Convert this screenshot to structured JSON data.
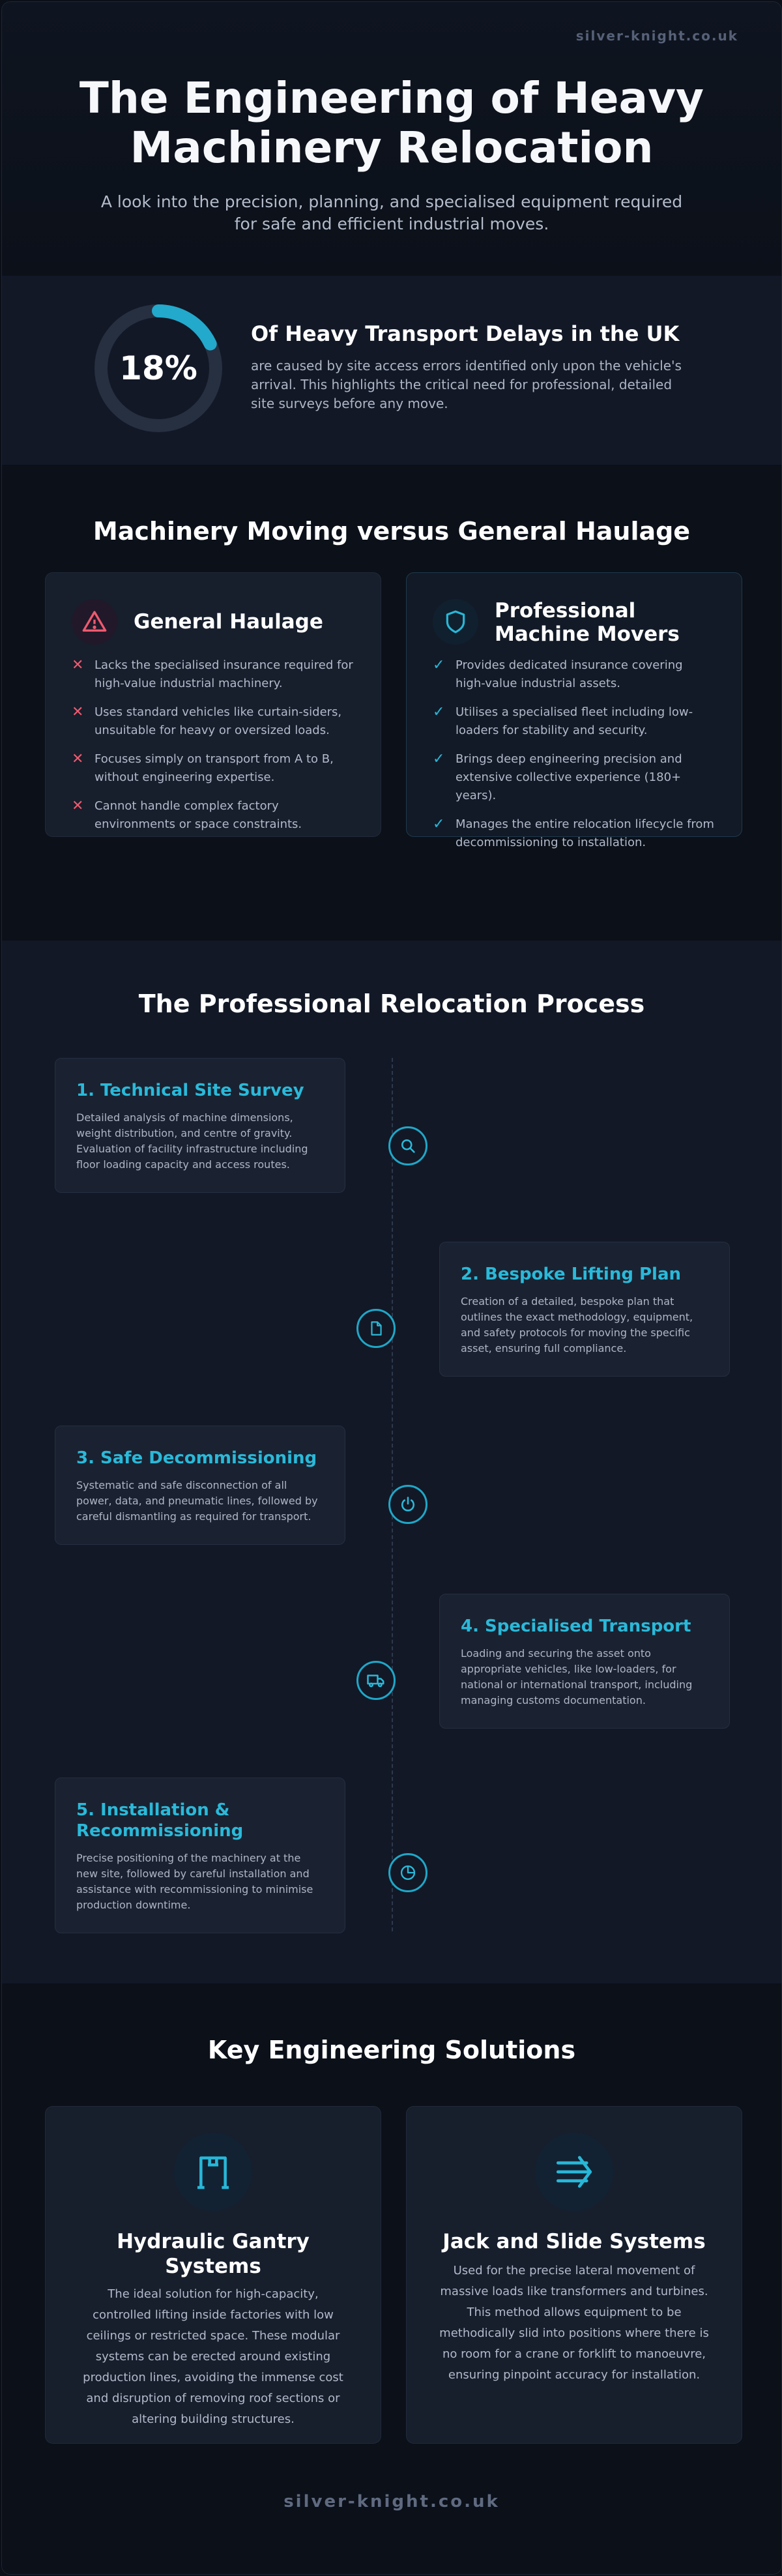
{
  "site": "silver-knight.co.uk",
  "header": {
    "title_line1": "The Engineering of Heavy",
    "title_line2": "Machinery Relocation",
    "subtitle": "A look into the precision, planning, and specialised equipment required for safe and efficient industrial moves."
  },
  "stat": {
    "value": "18%",
    "progress": 0.18,
    "title": "Of Heavy Transport Delays in the UK",
    "description": "are caused by site access errors identified only upon the vehicle's arrival. This highlights the critical need for professional, detailed site surveys before any move.",
    "accent": "#22a9cc",
    "track": "#263041"
  },
  "comparison": {
    "title": "Machinery Moving versus General Haulage",
    "general": {
      "title": "General Haulage",
      "icon": "warning-icon",
      "items": [
        "Lacks the specialised insurance required for high-value industrial machinery.",
        "Uses standard vehicles like curtain-siders, unsuitable for heavy or oversized loads.",
        "Focuses simply on transport from A to B, without engineering expertise.",
        "Cannot handle complex factory environments or space constraints."
      ]
    },
    "professional": {
      "title_line1": "Professional",
      "title_line2": "Machine Movers",
      "icon": "shield-icon",
      "items": [
        "Provides dedicated insurance covering high-value industrial assets.",
        "Utilises a specialised fleet including low-loaders for stability and security.",
        "Brings deep engineering precision and extensive collective experience (180+ years).",
        "Manages the entire relocation lifecycle from decommissioning to installation."
      ]
    }
  },
  "process": {
    "title": "The Professional Relocation Process",
    "steps": [
      {
        "title": "1. Technical Site Survey",
        "icon": "search-icon",
        "description": "Detailed analysis of machine dimensions, weight distribution, and centre of gravity. Evaluation of facility infrastructure including floor loading capacity and access routes."
      },
      {
        "title": "2. Bespoke Lifting Plan",
        "icon": "document-icon",
        "description": "Creation of a detailed, bespoke plan that outlines the exact methodology, equipment, and safety protocols for moving the specific asset, ensuring full compliance."
      },
      {
        "title": "3. Safe Decommissioning",
        "icon": "power-icon",
        "description": "Systematic and safe disconnection of all power, data, and pneumatic lines, followed by careful dismantling as required for transport."
      },
      {
        "title": "4. Specialised Transport",
        "icon": "truck-icon",
        "description": "Loading and securing the asset onto appropriate vehicles, like low-loaders, for national or international transport, including managing customs documentation."
      },
      {
        "title_line1": "5. Installation &",
        "title_line2": "Recommissioning",
        "icon": "pie-chart-icon",
        "description": "Precise positioning of the machinery at the new site, followed by careful installation and assistance with recommissioning to minimise production downtime."
      }
    ]
  },
  "solutions": {
    "title": "Key Engineering Solutions",
    "items": [
      {
        "title_line1": "Hydraulic Gantry",
        "title_line2": "Systems",
        "icon": "gantry-icon",
        "description": "The ideal solution for high-capacity, controlled lifting inside factories with low ceilings or restricted space. These modular systems can be erected around existing production lines, avoiding the immense cost and disruption of removing roof sections or altering building structures."
      },
      {
        "title": "Jack and Slide Systems",
        "icon": "slide-arrows-icon",
        "description": "Used for the precise lateral movement of massive loads like transformers and turbines. This method allows equipment to be methodically slid into positions where there is no room for a crane or forklift to manoeuvre, ensuring pinpoint accuracy for installation."
      }
    ]
  }
}
